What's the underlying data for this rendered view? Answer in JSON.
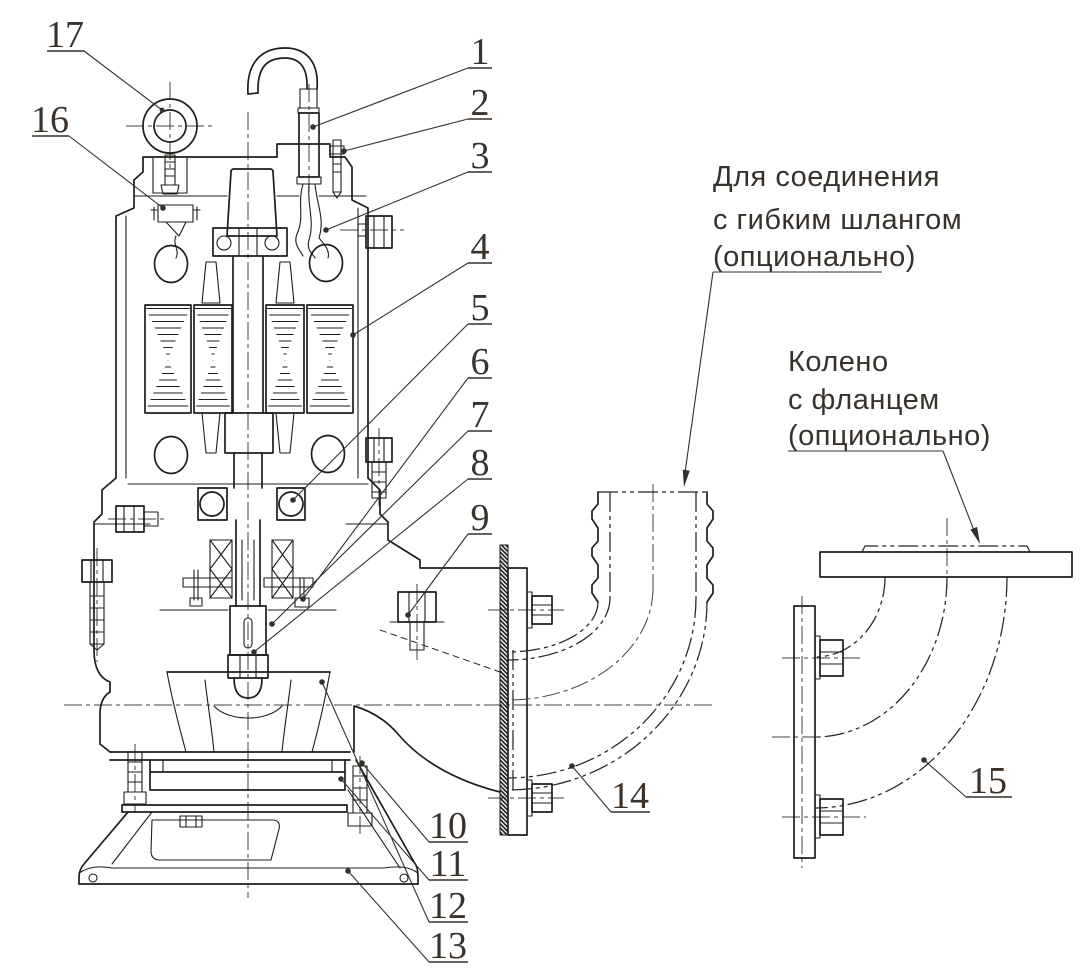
{
  "figure": {
    "description": "Sectional technical drawing of a submersible sewage pump with numbered part callouts and optional outlet fittings",
    "background": "#ffffff",
    "ink_color": "#201c19",
    "label_color": "#3a322b"
  },
  "notes": {
    "hose": {
      "line1": "Для соединения",
      "line2": "с гибким шлангом",
      "line3": "(опционально)"
    },
    "flange": {
      "line1": "Колено",
      "line2": "с фланцем",
      "line3": "(опционально)"
    }
  },
  "callouts": [
    {
      "label": "1"
    },
    {
      "label": "2"
    },
    {
      "label": "3"
    },
    {
      "label": "4"
    },
    {
      "label": "5"
    },
    {
      "label": "6"
    },
    {
      "label": "7"
    },
    {
      "label": "8"
    },
    {
      "label": "9"
    },
    {
      "label": "10"
    },
    {
      "label": "11"
    },
    {
      "label": "12"
    },
    {
      "label": "13"
    },
    {
      "label": "14"
    },
    {
      "label": "15"
    },
    {
      "label": "16"
    },
    {
      "label": "17"
    }
  ]
}
